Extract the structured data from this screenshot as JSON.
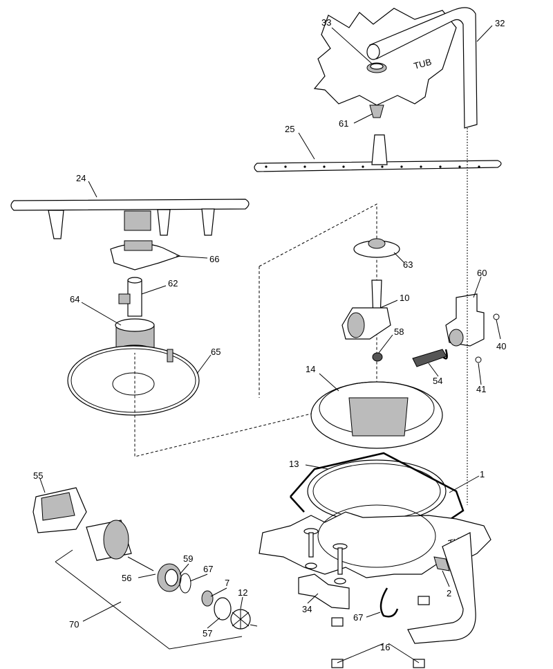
{
  "callouts": [
    {
      "id": "c33",
      "text": "33"
    },
    {
      "id": "c32",
      "text": "32"
    },
    {
      "id": "c61",
      "text": "61"
    },
    {
      "id": "c25",
      "text": "25"
    },
    {
      "id": "c24",
      "text": "24"
    },
    {
      "id": "c66",
      "text": "66"
    },
    {
      "id": "c62",
      "text": "62"
    },
    {
      "id": "c64",
      "text": "64"
    },
    {
      "id": "c65",
      "text": "65"
    },
    {
      "id": "c63",
      "text": "63"
    },
    {
      "id": "c60",
      "text": "60"
    },
    {
      "id": "c10",
      "text": "10"
    },
    {
      "id": "c40",
      "text": "40"
    },
    {
      "id": "c58",
      "text": "58"
    },
    {
      "id": "c54",
      "text": "54"
    },
    {
      "id": "c41",
      "text": "41"
    },
    {
      "id": "c14",
      "text": "14"
    },
    {
      "id": "c13",
      "text": "13"
    },
    {
      "id": "c1",
      "text": "1"
    },
    {
      "id": "c55",
      "text": "55"
    },
    {
      "id": "c56",
      "text": "56"
    },
    {
      "id": "c59",
      "text": "59"
    },
    {
      "id": "c67a",
      "text": "67"
    },
    {
      "id": "c7",
      "text": "7"
    },
    {
      "id": "c12",
      "text": "12"
    },
    {
      "id": "c57",
      "text": "57"
    },
    {
      "id": "c70",
      "text": "70"
    },
    {
      "id": "c2",
      "text": "2"
    },
    {
      "id": "c34",
      "text": "34"
    },
    {
      "id": "c67b",
      "text": "67"
    },
    {
      "id": "c16",
      "text": "16"
    }
  ],
  "tub_labels": [
    "TUB",
    "TUB"
  ]
}
